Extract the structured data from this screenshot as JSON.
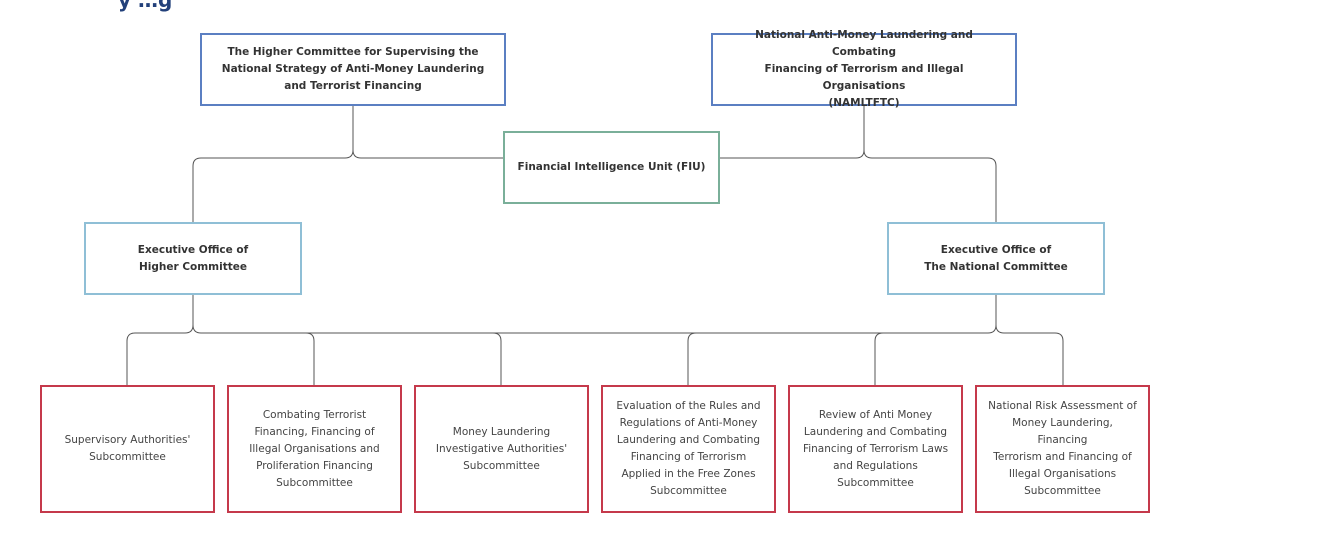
{
  "header_fragment": "y …g",
  "colors": {
    "top": "#5b7fc2",
    "fiu": "#7aaf99",
    "executive": "#8fbfd6",
    "subcommittee": "#c5394b",
    "connector": "#555555"
  },
  "nodes": {
    "higher_committee": "The Higher Committee for Supervising the\nNational Strategy of Anti-Money Laundering\nand Terrorist Financing",
    "national_committee": "National Anti-Money Laundering and Combating\nFinancing of Terrorism and Illegal Organisations\n(NAMLTFTC)",
    "fiu": "Financial Intelligence Unit (FIU)",
    "exec_higher": "Executive Office of\nHigher Committee",
    "exec_national": "Executive Office of\nThe National Committee",
    "sub_supervisory": "Supervisory Authorities'\nSubcommittee",
    "sub_terrorist": "Combating Terrorist\nFinancing, Financing of\nIllegal Organisations and\nProliferation Financing\nSubcommittee",
    "sub_investigative": "Money Laundering\nInvestigative Authorities'\nSubcommittee",
    "sub_free_zones": "Evaluation of the Rules and\nRegulations of Anti-Money\nLaundering and Combating\nFinancing of Terrorism\nApplied in the Free Zones\nSubcommittee",
    "sub_laws": "Review of Anti Money\nLaundering and Combating\nFinancing of Terrorism Laws\nand Regulations\nSubcommittee",
    "sub_risk": "National Risk Assessment of\nMoney Laundering, Financing\nTerrorism and Financing of\nIllegal Organisations\nSubcommittee"
  }
}
